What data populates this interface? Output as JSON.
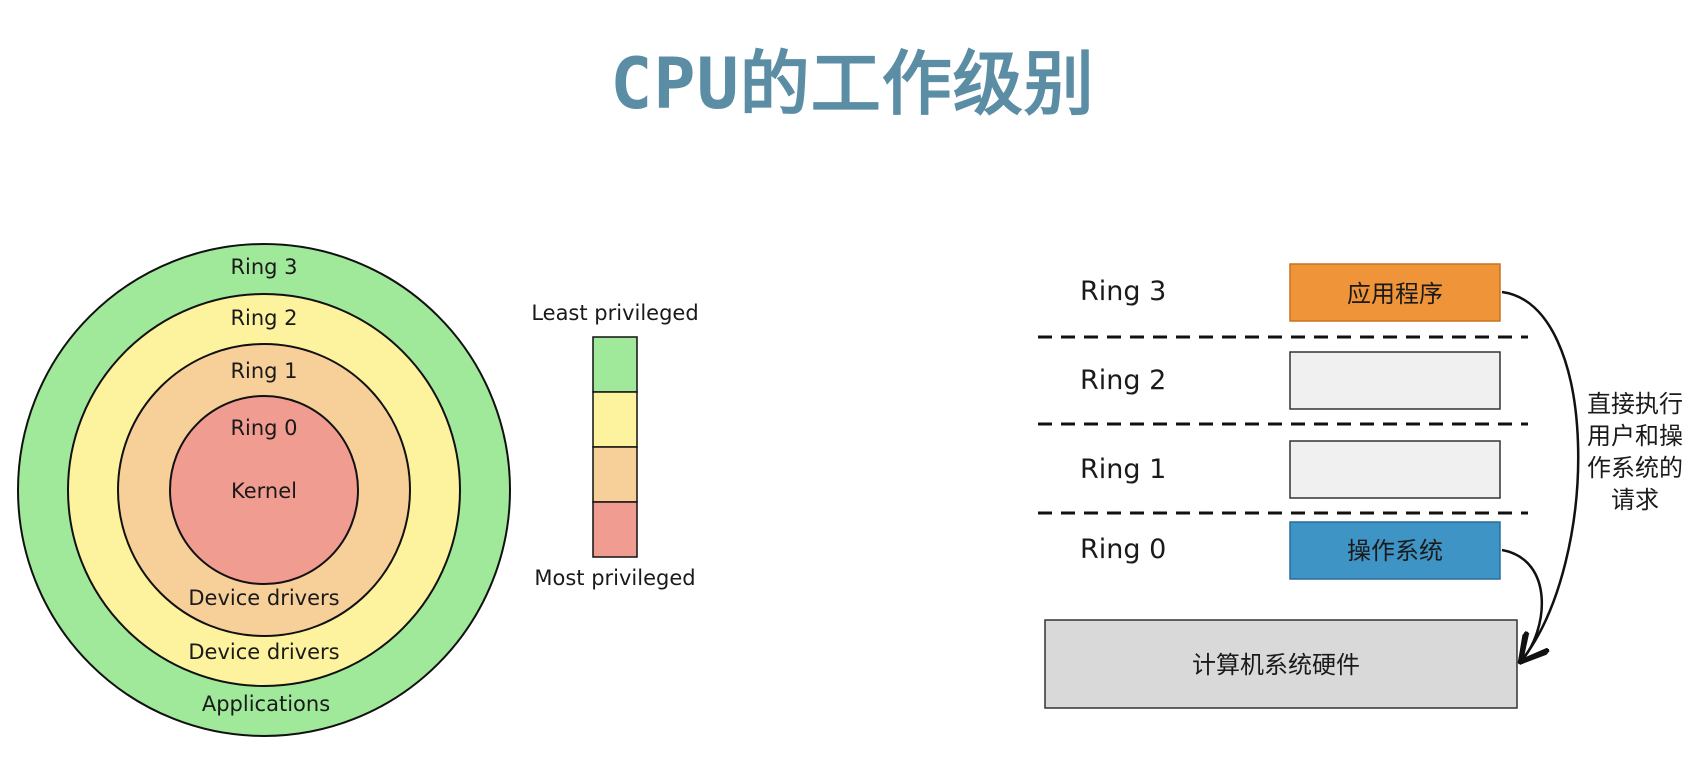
{
  "title": "CPU的工作级别",
  "rings_diagram": {
    "ring3": "Ring 3",
    "ring2": "Ring 2",
    "ring1": "Ring 1",
    "ring0": "Ring 0",
    "kernel": "Kernel",
    "device_drivers_inner": "Device drivers",
    "device_drivers_outer": "Device drivers",
    "applications": "Applications",
    "colors": {
      "ring3": "#a0e89a",
      "ring2": "#fdf29e",
      "ring1": "#f7cf99",
      "ring0": "#f19c90"
    }
  },
  "privilege_scale": {
    "top_label": "Least privileged",
    "bottom_label": "Most privileged"
  },
  "privilege_layers": {
    "ring3": "Ring 3",
    "ring2": "Ring 2",
    "ring1": "Ring 1",
    "ring0": "Ring 0",
    "applications_box": "应用程序",
    "os_box": "操作系统",
    "hardware_box": "计算机系统硬件",
    "side_note": "直接执行用户和操作系统的请求",
    "colors": {
      "applications": "#f0943a",
      "os": "#3f94c6",
      "empty": "#f0f0f0",
      "hardware": "#d9d9d9"
    }
  }
}
